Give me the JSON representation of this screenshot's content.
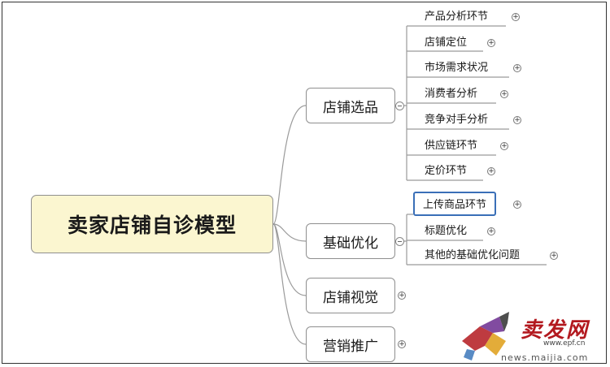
{
  "root": {
    "label": "卖家店铺自诊模型"
  },
  "branches": [
    {
      "label": "店铺选品",
      "children": [
        "产品分析环节",
        "店铺定位",
        "市场需求状况",
        "消费者分析",
        "竞争对手分析",
        "供应链环节",
        "定价环节"
      ]
    },
    {
      "label": "基础优化",
      "children": [
        "上传商品环节",
        "标题优化",
        "其他的基础优化问题"
      ]
    },
    {
      "label": "店铺视觉",
      "children": []
    },
    {
      "label": "营销推广",
      "children": []
    }
  ],
  "selected_node": "上传商品环节",
  "toggle_glyph": "+",
  "watermark": {
    "brand": "卖发网",
    "url": "www.epf.cn",
    "sub": "news.maijia.com"
  },
  "colors": {
    "root_fill": "#fbf6d0",
    "line": "#9a9a9a",
    "selected_border": "#3a6fb7",
    "watermark_red": "#b3191f"
  }
}
